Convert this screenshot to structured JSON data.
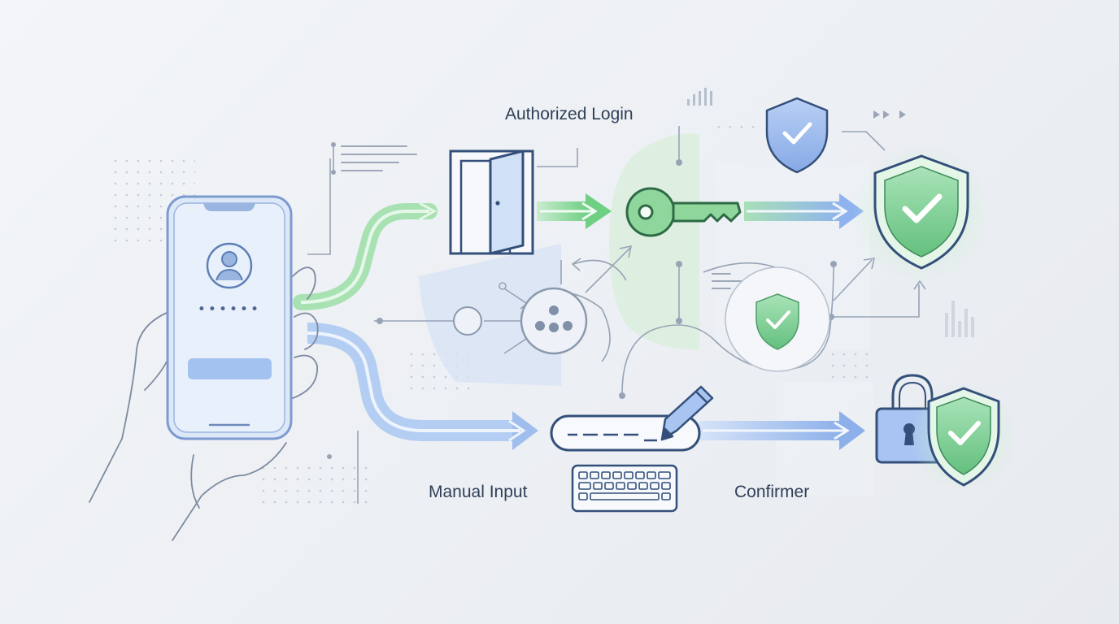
{
  "labels": {
    "authorized_login": "Authorized Login",
    "manual_input": "Manual Input",
    "confirmer": "Confirmer"
  },
  "phone": {
    "password_mask": "••••••"
  },
  "colors": {
    "green_accent": "#7fd48d",
    "green_stroke": "#4f9b6a",
    "blue_accent": "#9ec0ef",
    "blue_stroke": "#4a6fa0",
    "outline": "#34507a",
    "text": "#2f3f58"
  },
  "flows": [
    {
      "name": "authorized-login-path",
      "color": "green",
      "steps": [
        "phone",
        "door",
        "key",
        "shield"
      ]
    },
    {
      "name": "manual-input-path",
      "color": "blue",
      "steps": [
        "phone",
        "input-field",
        "lock-shield"
      ]
    }
  ]
}
